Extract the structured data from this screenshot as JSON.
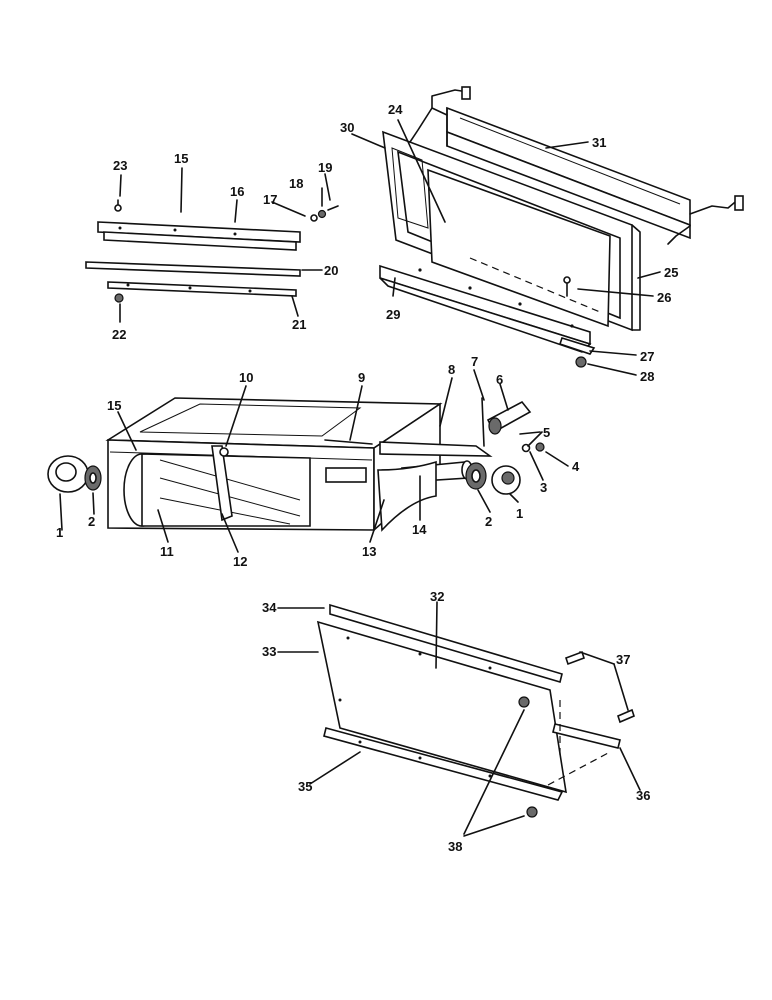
{
  "callouts": {
    "c1": "1",
    "c2": "2",
    "c3": "3",
    "c4": "4",
    "c5": "5",
    "c6": "6",
    "c7": "7",
    "c8": "8",
    "c9": "9",
    "c10": "10",
    "c11": "11",
    "c12": "12",
    "c13": "13",
    "c14": "14",
    "c15": "15",
    "c16": "16",
    "c17": "17",
    "c18": "18",
    "c19": "19",
    "c20": "20",
    "c21": "21",
    "c22": "22",
    "c23": "23",
    "c24": "24",
    "c25": "25",
    "c26": "26",
    "c27": "27",
    "c28": "28",
    "c29": "29",
    "c30": "30",
    "c31": "31",
    "c32": "32",
    "c33": "33",
    "c34": "34",
    "c35": "35",
    "c36": "36",
    "c37": "37",
    "c38": "38"
  }
}
